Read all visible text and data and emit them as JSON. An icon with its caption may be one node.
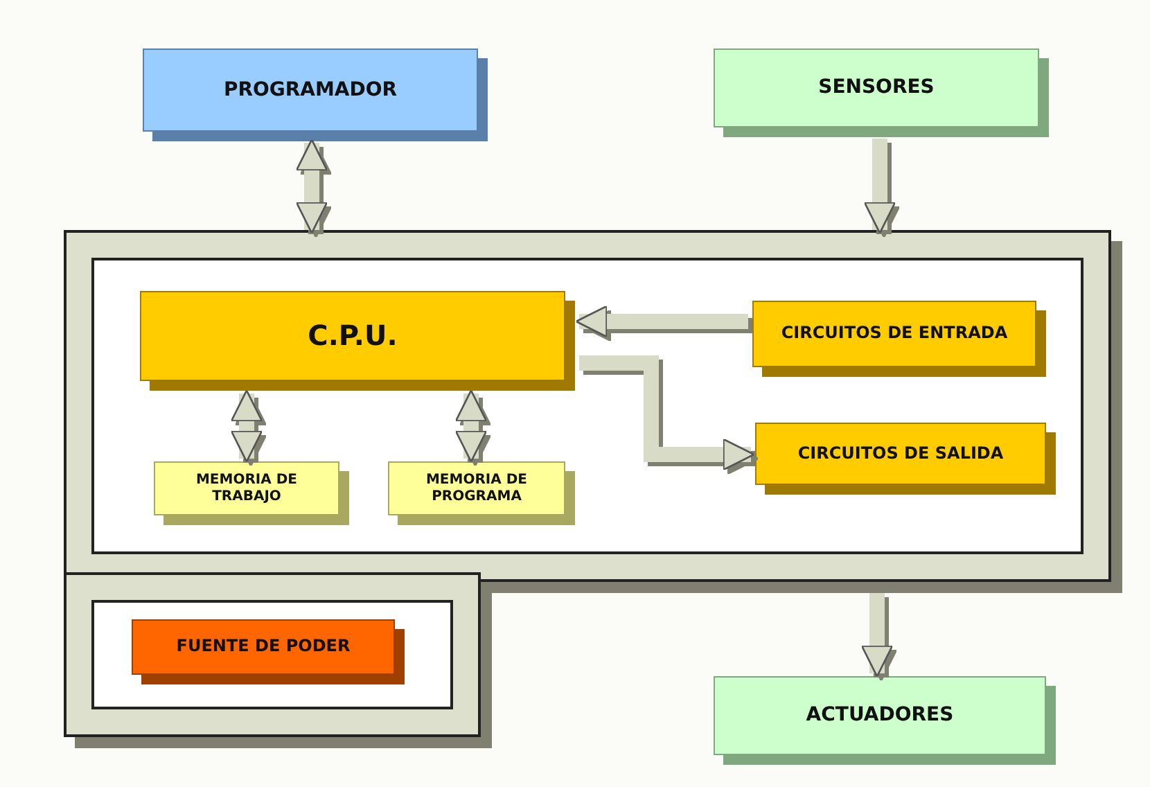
{
  "diagram": {
    "nodes": [
      {
        "text": [
          "PROGRAMADOR"
        ]
      },
      {
        "text": [
          "SENSORES"
        ]
      },
      {
        "text": [],
        "shape": "box"
      },
      {
        "text": [
          "C.P.U."
        ],
        "in": 2
      },
      {
        "text": [
          "CIRCUITOS DE ENTRADA"
        ],
        "in": 2
      },
      {
        "text": [
          "CIRCUITOS DE SALIDA"
        ],
        "in": 2
      },
      {
        "text": [
          "MEMORIA DE TRABAJO"
        ],
        "in": 2
      },
      {
        "text": [
          "MEMORIA DE PROGRAMA"
        ],
        "in": 2
      },
      {
        "text": [],
        "shape": "box"
      },
      {
        "text": [
          "FUENTE DE PODER"
        ],
        "in": 8
      },
      {
        "text": [
          "ACTUADORES"
        ]
      }
    ],
    "edges": [
      {
        "from": 0,
        "to": 2,
        "arrow": "both"
      },
      {
        "from": 1,
        "to": 2,
        "arrow": "to"
      },
      {
        "from": 4,
        "to": 3,
        "arrow": "to"
      },
      {
        "from": 3,
        "to": 5,
        "arrow": "to"
      },
      {
        "from": 3,
        "to": 6,
        "arrow": "both"
      },
      {
        "from": 3,
        "to": 7,
        "arrow": "both"
      },
      {
        "from": 2,
        "to": 10,
        "arrow": "to"
      }
    ]
  }
}
